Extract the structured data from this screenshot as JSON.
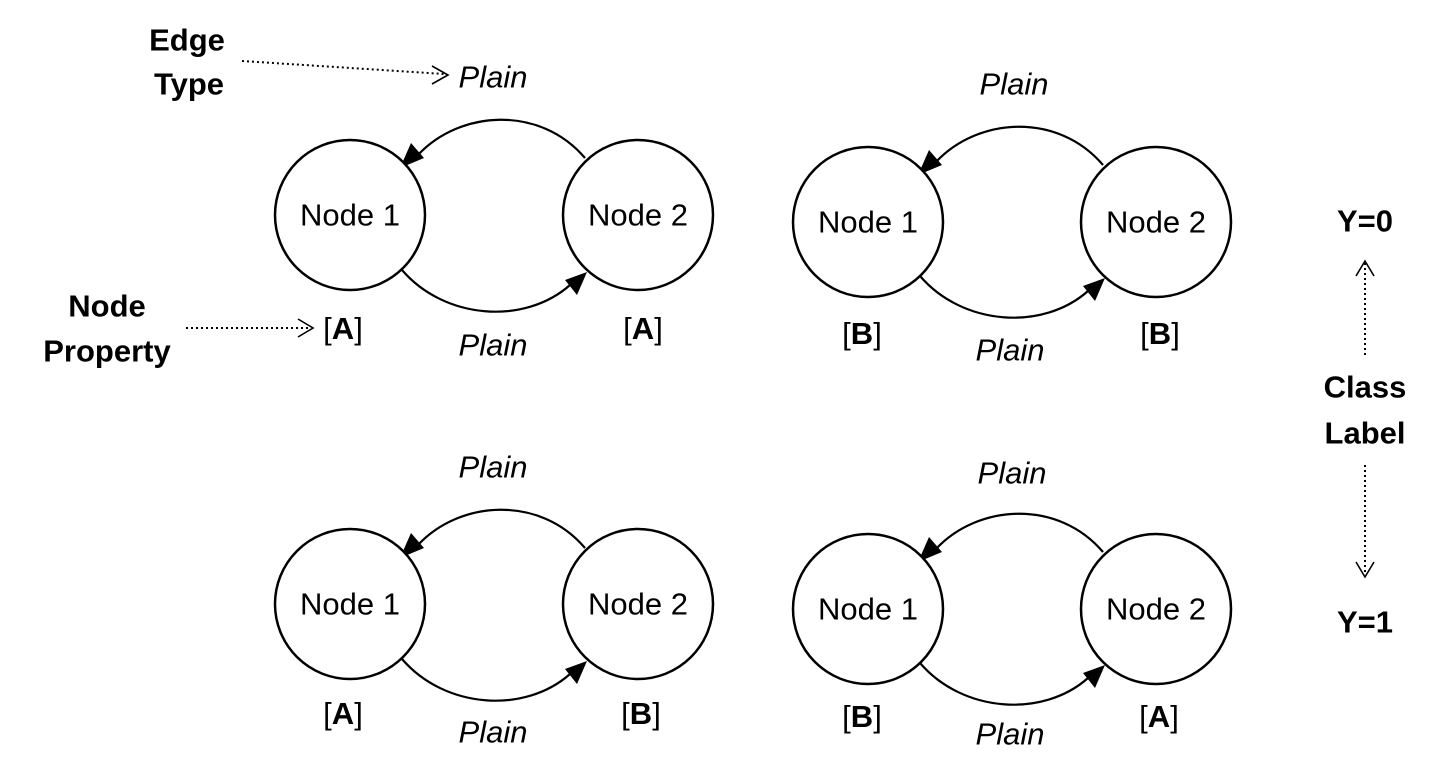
{
  "annotations": {
    "edge_type": [
      "Edge",
      "Type"
    ],
    "node_property": [
      "Node",
      "Property"
    ],
    "class_label": [
      "Class",
      "Label"
    ],
    "y0": "Y=0",
    "y1": "Y=1"
  },
  "graphs": [
    {
      "nodes": [
        {
          "label": "Node 1",
          "property_open": "[",
          "property": "A",
          "property_close": "]"
        },
        {
          "label": "Node 2",
          "property_open": "[",
          "property": "A",
          "property_close": "]"
        }
      ],
      "edges": {
        "top": "Plain",
        "bottom": "Plain"
      }
    },
    {
      "nodes": [
        {
          "label": "Node 1",
          "property_open": "[",
          "property": "B",
          "property_close": "]"
        },
        {
          "label": "Node 2",
          "property_open": "[",
          "property": "B",
          "property_close": "]"
        }
      ],
      "edges": {
        "top": "Plain",
        "bottom": "Plain"
      }
    },
    {
      "nodes": [
        {
          "label": "Node 1",
          "property_open": "[",
          "property": "A",
          "property_close": "]"
        },
        {
          "label": "Node 2",
          "property_open": "[",
          "property": "B",
          "property_close": "]"
        }
      ],
      "edges": {
        "top": "Plain",
        "bottom": "Plain"
      }
    },
    {
      "nodes": [
        {
          "label": "Node 1",
          "property_open": "[",
          "property": "B",
          "property_close": "]"
        },
        {
          "label": "Node 2",
          "property_open": "[",
          "property": "A",
          "property_close": "]"
        }
      ],
      "edges": {
        "top": "Plain",
        "bottom": "Plain"
      }
    }
  ]
}
